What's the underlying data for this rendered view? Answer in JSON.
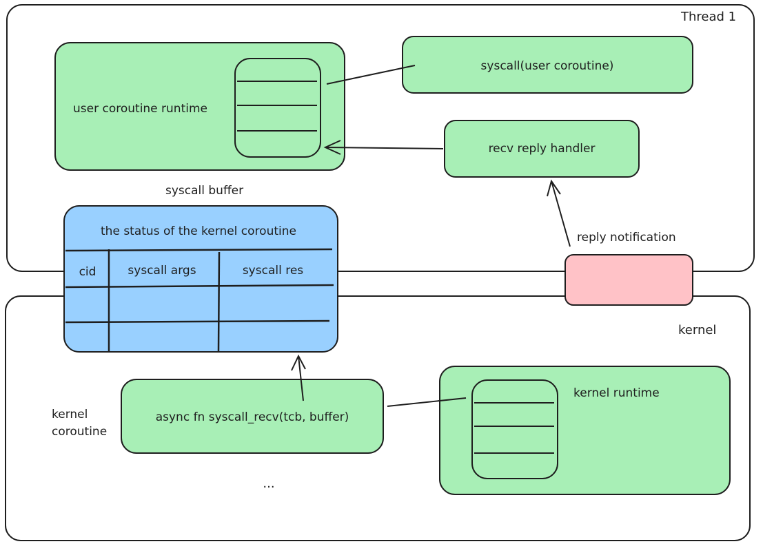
{
  "thread": {
    "title": "Thread 1"
  },
  "user_runtime": {
    "label": "user coroutine runtime"
  },
  "syscall_user": {
    "label": "syscall(user coroutine)"
  },
  "recv_handler": {
    "label": "recv reply handler"
  },
  "syscall_buffer": {
    "caption": "syscall buffer",
    "title": "the status of the kernel coroutine",
    "columns": [
      "cid",
      "syscall args",
      "syscall res"
    ]
  },
  "reply_notification": {
    "label": "reply notification"
  },
  "kernel": {
    "label": "kernel"
  },
  "kernel_coroutine": {
    "label_line1": "kernel",
    "label_line2": "coroutine"
  },
  "async_fn": {
    "label": "async fn syscall_recv(tcb, buffer)"
  },
  "ellipsis": {
    "label": "..."
  },
  "kernel_runtime": {
    "label": "kernel runtime"
  },
  "colors": {
    "green": "#a8efb6",
    "blue": "#99d0ff",
    "pink": "#ffc2c7",
    "stroke": "#1e1e1e"
  }
}
